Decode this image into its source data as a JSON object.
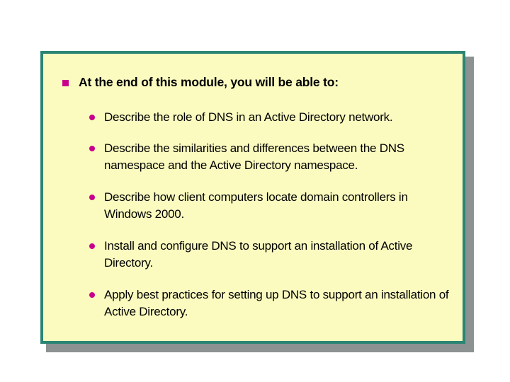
{
  "slide": {
    "background_color": "#FBFBC0",
    "border_color": "#2B8573",
    "shadow_color": "#8C9191",
    "bullet_color": "#C8008C",
    "text_color": "#000000",
    "title": {
      "bullet_icon": "square-bullet-icon",
      "text": "At the end of this module, you will be able to:"
    },
    "bullets": [
      {
        "bullet_icon": "round-bullet-icon",
        "text": "Describe the role of DNS in an Active Directory network."
      },
      {
        "bullet_icon": "round-bullet-icon",
        "text": "Describe the similarities and differences between the DNS namespace and the Active Directory namespace."
      },
      {
        "bullet_icon": "round-bullet-icon",
        "text": "Describe how client computers locate domain controllers in Windows 2000."
      },
      {
        "bullet_icon": "round-bullet-icon",
        "text": "Install and configure DNS to support an installation of Active Directory."
      },
      {
        "bullet_icon": "round-bullet-icon",
        "text": "Apply best practices for setting up DNS to support an installation of Active Directory."
      }
    ]
  }
}
